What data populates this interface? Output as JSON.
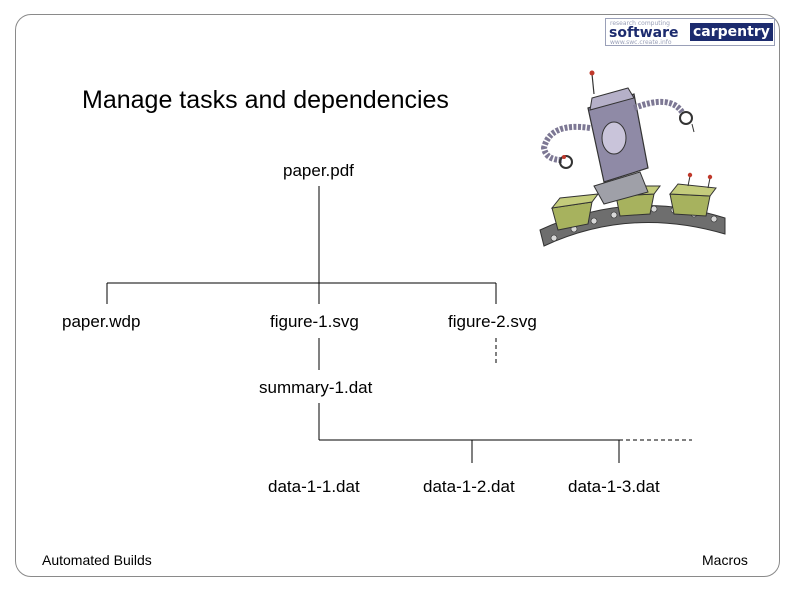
{
  "logo": {
    "tagline_top": "research computing",
    "word_software": "software",
    "word_carpentry": "carpentry",
    "tagline_bottom": "www.swc.create.info"
  },
  "slide": {
    "title": "Manage tasks and dependencies"
  },
  "diagram": {
    "nodes": {
      "paper_pdf": "paper.pdf",
      "paper_wdp": "paper.wdp",
      "figure_1_svg": "figure-1.svg",
      "figure_2_svg": "figure-2.svg",
      "summary_1_dat": "summary-1.dat",
      "data_1_1_dat": "data-1-1.dat",
      "data_1_2_dat": "data-1-2.dat",
      "data_1_3_dat": "data-1-3.dat"
    }
  },
  "illustration": {
    "name": "robot-assembly-line-clipart"
  },
  "footer": {
    "left": "Automated Builds",
    "right": "Macros"
  },
  "colors": {
    "frame": "#8a8a8a",
    "logo_navy": "#1c2b6e",
    "robot_body": "#8f8aa6",
    "conveyor": "#6e6e6e",
    "box_green": "#a7b25e"
  }
}
